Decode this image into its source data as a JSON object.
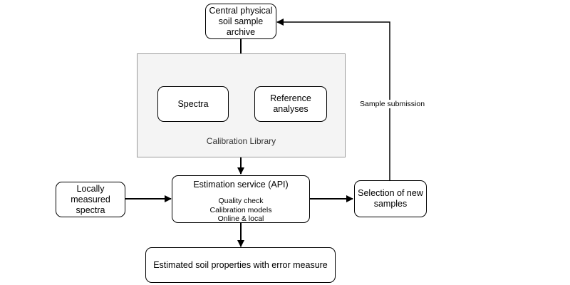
{
  "diagram": {
    "archive": {
      "lines": [
        "Central physical",
        "soil sample",
        "archive"
      ]
    },
    "library": {
      "label": "Calibration Library"
    },
    "spectra": {
      "label": "Spectra"
    },
    "reference": {
      "lines": [
        "Reference",
        "analyses"
      ]
    },
    "local_spectra": {
      "lines": [
        "Locally measured",
        "spectra"
      ]
    },
    "api": {
      "title": "Estimation service (API)",
      "details": [
        "Quality check",
        "Calibration models",
        "Online & local"
      ]
    },
    "selection": {
      "lines": [
        "Selection of new",
        "samples"
      ]
    },
    "output": {
      "label": "Estimated soil properties with error measure"
    },
    "edge_submission": {
      "label": "Sample submission"
    }
  }
}
